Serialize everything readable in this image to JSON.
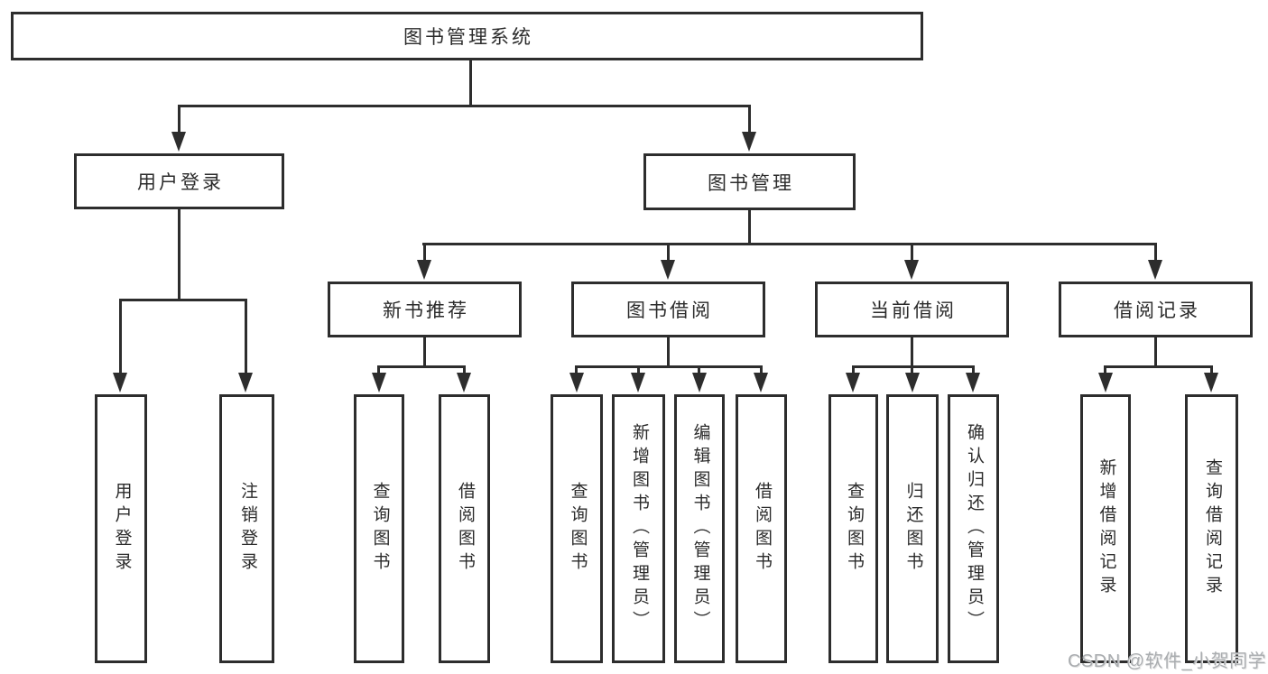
{
  "diagram": {
    "root": {
      "label": "图书管理系统"
    },
    "branches": [
      {
        "label": "用户登录",
        "children": [
          {
            "label": "用户登录"
          },
          {
            "label": "注销登录"
          }
        ]
      },
      {
        "label": "图书管理",
        "children": [
          {
            "label": "新书推荐",
            "children": [
              {
                "label": "查询图书"
              },
              {
                "label": "借阅图书"
              }
            ]
          },
          {
            "label": "图书借阅",
            "children": [
              {
                "label": "查询图书"
              },
              {
                "label": "新增图书（管理员）"
              },
              {
                "label": "编辑图书（管理员）"
              },
              {
                "label": "借阅图书"
              }
            ]
          },
          {
            "label": "当前借阅",
            "children": [
              {
                "label": "查询图书"
              },
              {
                "label": "归还图书"
              },
              {
                "label": "确认归还（管理员）"
              }
            ]
          },
          {
            "label": "借阅记录",
            "children": [
              {
                "label": "新增借阅记录"
              },
              {
                "label": "查询借阅记录"
              }
            ]
          }
        ]
      }
    ]
  },
  "watermark": {
    "text": "CSDN @软件_小贺同学"
  },
  "colors": {
    "line": "#2d2d2d",
    "text": "#2b2b2b",
    "background": "#ffffff",
    "watermark": "#aaadb0"
  }
}
